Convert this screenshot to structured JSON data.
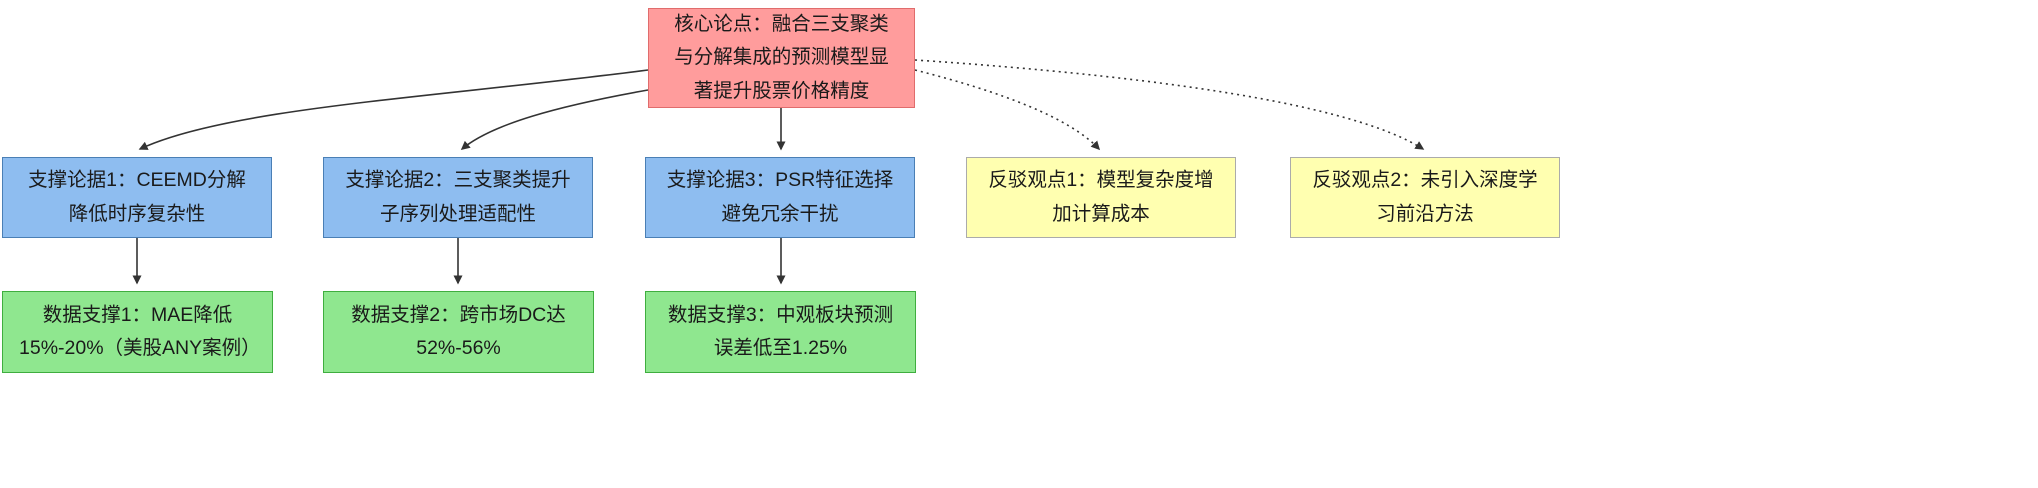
{
  "diagram_type": "argument-map-flowchart",
  "nodes": {
    "core": {
      "label": "核心论点：融合三支聚类与分解集成的预测模型显著提升股票价格精度",
      "fill": "#ff9c9c",
      "stroke": "#e06c6c"
    },
    "supports": [
      {
        "label": "支撑论据1：CEEMD分解降低时序复杂性",
        "fill": "#8ebdf0",
        "stroke": "#4a7fb5"
      },
      {
        "label": "支撑论据2：三支聚类提升子序列处理适配性",
        "fill": "#8ebdf0",
        "stroke": "#4a7fb5"
      },
      {
        "label": "支撑论据3：PSR特征选择避免冗余干扰",
        "fill": "#8ebdf0",
        "stroke": "#4a7fb5"
      }
    ],
    "rebuttals": [
      {
        "label": "反驳观点1：模型复杂度增加计算成本",
        "fill": "#ffffb0",
        "stroke": "#ababab"
      },
      {
        "label": "反驳观点2：未引入深度学习前沿方法",
        "fill": "#ffffb0",
        "stroke": "#ababab"
      }
    ],
    "data_supports": [
      {
        "label": "数据支撑1：MAE降低15%-20%（美股ANY案例）",
        "fill": "#8fe78f",
        "stroke": "#3fae3f"
      },
      {
        "label": "数据支撑2：跨市场DC达52%-56%",
        "fill": "#8fe78f",
        "stroke": "#3fae3f"
      },
      {
        "label": "数据支撑3：中观板块预测误差低至1.25%",
        "fill": "#8fe78f",
        "stroke": "#3fae3f"
      }
    ]
  },
  "edges": [
    {
      "from": "core",
      "to": "support-1",
      "style": "solid"
    },
    {
      "from": "core",
      "to": "support-2",
      "style": "solid"
    },
    {
      "from": "core",
      "to": "support-3",
      "style": "solid"
    },
    {
      "from": "core",
      "to": "rebuttal-1",
      "style": "dotted"
    },
    {
      "from": "core",
      "to": "rebuttal-2",
      "style": "dotted"
    },
    {
      "from": "support-1",
      "to": "data-support-1",
      "style": "solid"
    },
    {
      "from": "support-2",
      "to": "data-support-2",
      "style": "solid"
    },
    {
      "from": "support-3",
      "to": "data-support-3",
      "style": "solid"
    }
  ],
  "colors": {
    "arrow": "#333333",
    "background": "#ffffff",
    "core_fill": "#ff9c9c",
    "support_fill": "#8ebdf0",
    "rebuttal_fill": "#ffffb0",
    "data_fill": "#8fe78f"
  }
}
